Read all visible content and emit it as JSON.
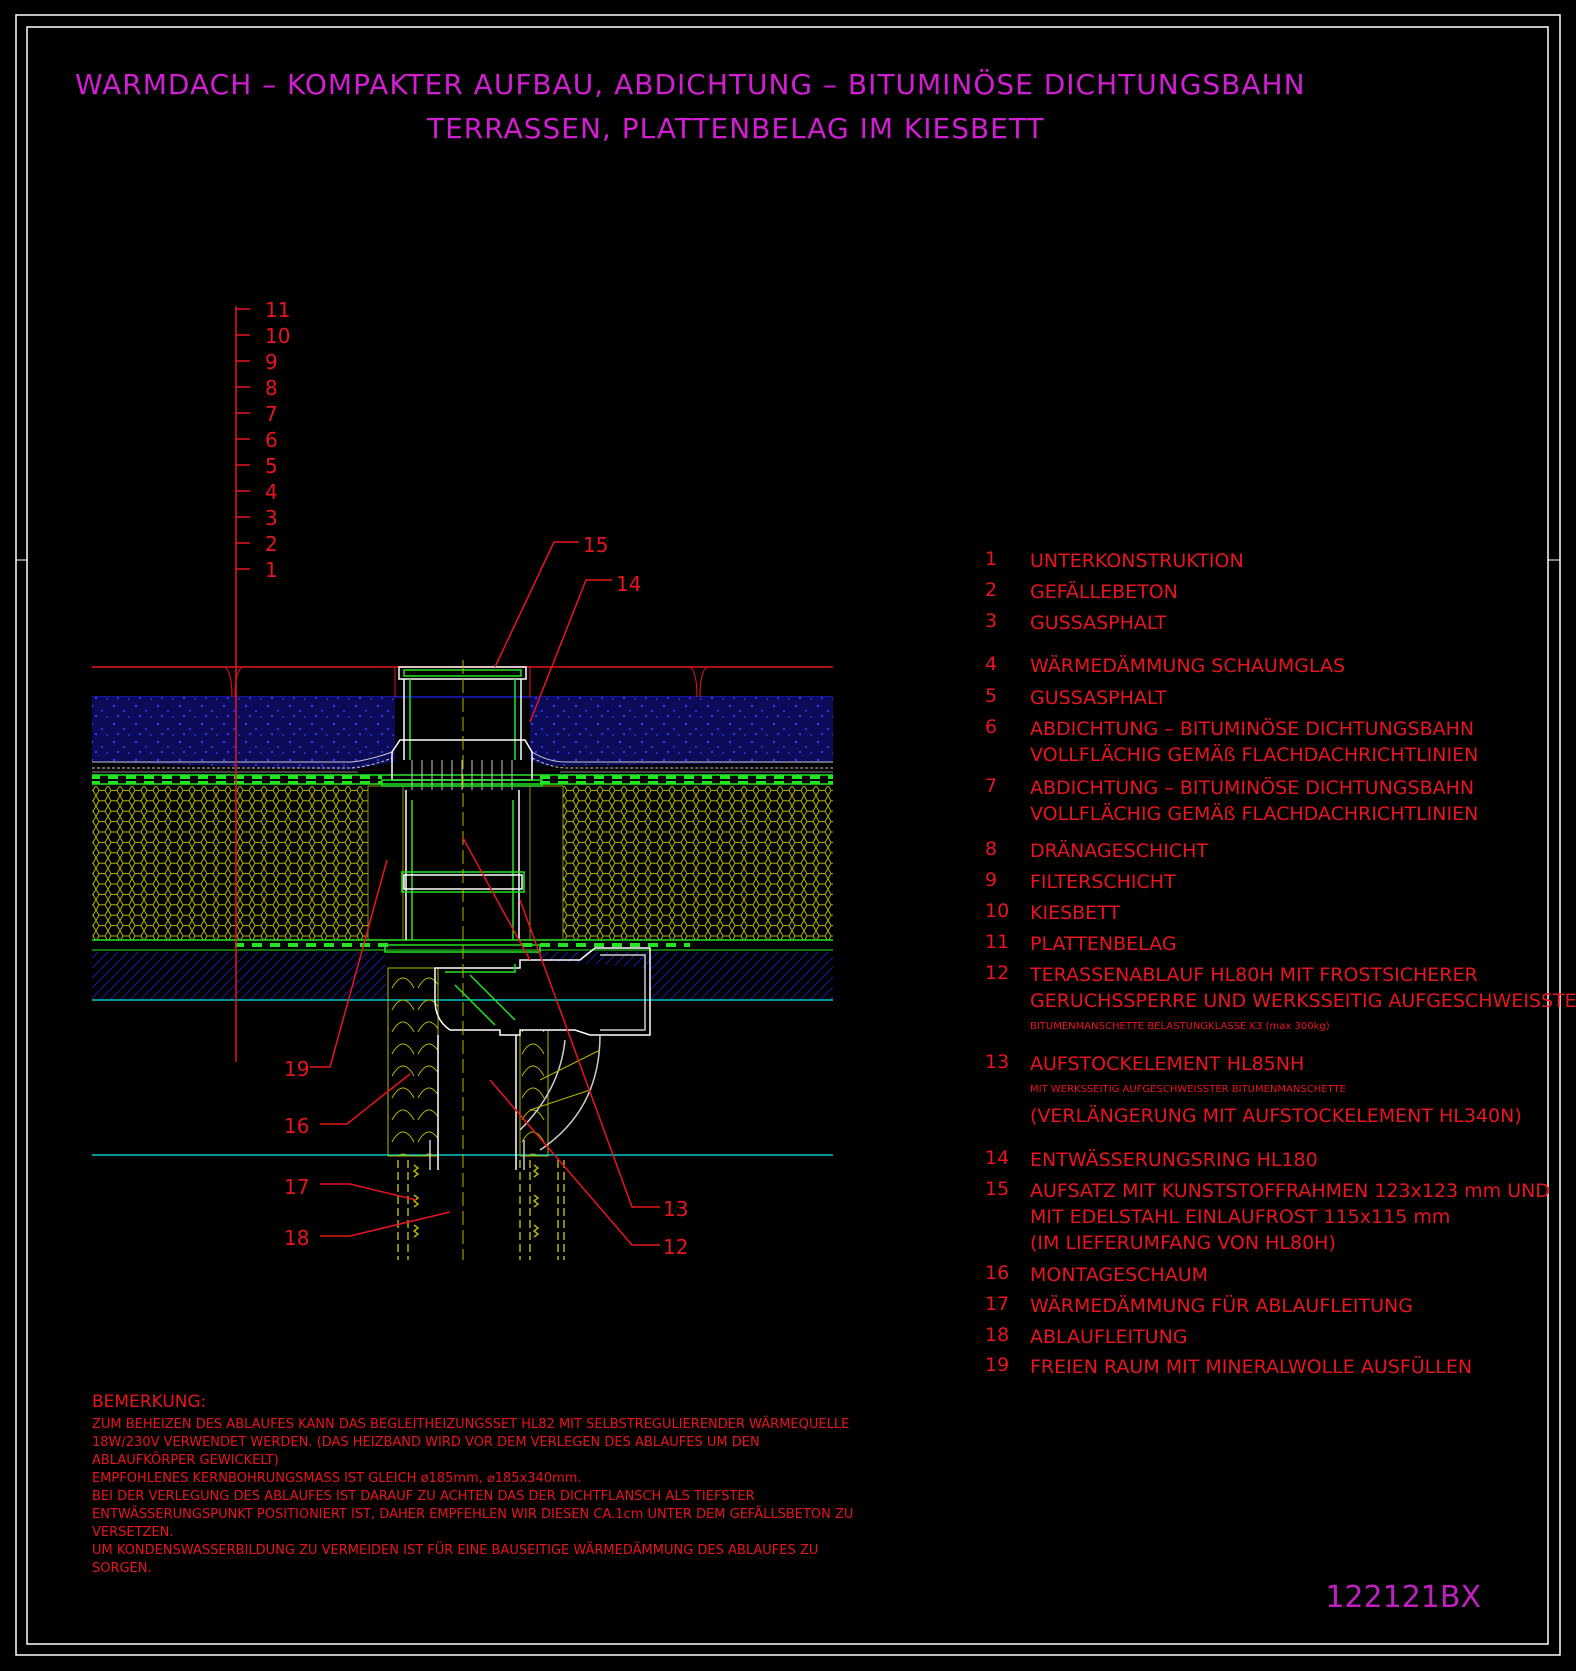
{
  "title": {
    "line1": "WARMDACH – KOMPAKTER AUFBAU, ABDICHTUNG – BITUMINÖSE DICHTUNGSBAHN",
    "line2": "TERRASSEN, PLATTENBELAG IM KIESBETT"
  },
  "layer_scale": [
    "11",
    "10",
    "9",
    "8",
    "7",
    "6",
    "5",
    "4",
    "3",
    "2",
    "1"
  ],
  "callouts": {
    "c12": "12",
    "c13": "13",
    "c14": "14",
    "c15": "15",
    "c16": "16",
    "c17": "17",
    "c18": "18",
    "c19": "19"
  },
  "legend": [
    {
      "num": "1",
      "lines": [
        "UNTERKONSTRUKTION"
      ]
    },
    {
      "num": "2",
      "lines": [
        "GEFÄLLEBETON"
      ]
    },
    {
      "num": "3",
      "lines": [
        "GUSSASPHALT"
      ]
    },
    {
      "num": "4",
      "lines": [
        "WÄRMEDÄMMUNG SCHAUMGLAS"
      ]
    },
    {
      "num": "5",
      "lines": [
        "GUSSASPHALT"
      ]
    },
    {
      "num": "6",
      "lines": [
        "ABDICHTUNG – BITUMINÖSE DICHTUNGSBAHN",
        "VOLLFLÄCHIG GEMÄß FLACHDACHRICHTLINIEN"
      ]
    },
    {
      "num": "7",
      "lines": [
        "ABDICHTUNG – BITUMINÖSE DICHTUNGSBAHN",
        "VOLLFLÄCHIG GEMÄß FLACHDACHRICHTLINIEN"
      ]
    },
    {
      "num": "8",
      "lines": [
        "DRÄNAGESCHICHT"
      ]
    },
    {
      "num": "9",
      "lines": [
        "FILTERSCHICHT"
      ]
    },
    {
      "num": "10",
      "lines": [
        "KIESBETT"
      ]
    },
    {
      "num": "11",
      "lines": [
        "PLATTENBELAG"
      ]
    },
    {
      "num": "12",
      "lines": [
        "TERASSENABLAUF HL80H MIT FROSTSICHERER",
        "GERUCHSSPERRE UND WERKSSEITIG AUFGESCHWEISSTER"
      ],
      "small": "BITUMENMANSCHETTE  BELASTUNGKLASSE K3 (max 300kg)"
    },
    {
      "num": "13",
      "lines": [
        "AUFSTOCKELEMENT HL85NH"
      ],
      "small": "MIT WERKSSEITIG AUFGESCHWEISSTER BITUMENMANSCHETTE",
      "extra": "(VERLÄNGERUNG MIT AUFSTOCKELEMENT HL340N)"
    },
    {
      "num": "14",
      "lines": [
        "ENTWÄSSERUNGSRING HL180"
      ]
    },
    {
      "num": "15",
      "lines": [
        "AUFSATZ MIT KUNSTSTOFFRAHMEN 123x123 mm UND",
        "MIT EDELSTAHL EINLAUFROST 115x115 mm",
        "(IM LIEFERUMFANG VON HL80H)"
      ]
    },
    {
      "num": "16",
      "lines": [
        "MONTAGESCHAUM"
      ]
    },
    {
      "num": "17",
      "lines": [
        "WÄRMEDÄMMUNG FÜR ABLAUFLEITUNG"
      ]
    },
    {
      "num": "18",
      "lines": [
        "ABLAUFLEITUNG"
      ]
    },
    {
      "num": "19",
      "lines": [
        "FREIEN RAUM MIT MINERALWOLLE AUSFÜLLEN"
      ]
    }
  ],
  "remarks": {
    "heading": "BEMERKUNG:",
    "lines": [
      "ZUM BEHEIZEN DES ABLAUFES KANN DAS BEGLEITHEIZUNGSSET HL82 MIT SELBSTREGULIERENDER WÄRMEQUELLE",
      "18W/230V VERWENDET WERDEN. (DAS HEIZBAND WIRD VOR DEM VERLEGEN DES ABLAUFES UM DEN",
      "ABLAUFKÖRPER GEWICKELT)",
      "EMPFOHLENES KERNBOHRUNGSMASS IST GLEICH ø185mm, ⌀185x340mm.",
      "BEI DER VERLEGUNG DES ABLAUFES IST DARAUF ZU ACHTEN DAS DER DICHTFLANSCH ALS TIEFSTER",
      "ENTWÄSSERUNGSPUNKT POSITIONIERT IST, DAHER EMPFEHLEN WIR DIESEN CA.1cm UNTER DEM GEFÄLLSBETON ZU",
      "VERSETZEN.",
      "UM KONDENSWASSERBILDUNG ZU VERMEIDEN IST FÜR EINE BAUSEITIGE WÄRMEDÄMMUNG DES ABLAUFES ZU",
      "SORGEN."
    ]
  },
  "drawing_id": "122121BX",
  "colors": {
    "background": "#000000",
    "frame": "#ffffff",
    "title": "#d21ed2",
    "text_red": "#e8141e",
    "insulation_yellow": "#b4b400",
    "membrane_green": "#22e622",
    "gravel_blue": "#1a1aa0",
    "cyan": "#00c8c8"
  }
}
